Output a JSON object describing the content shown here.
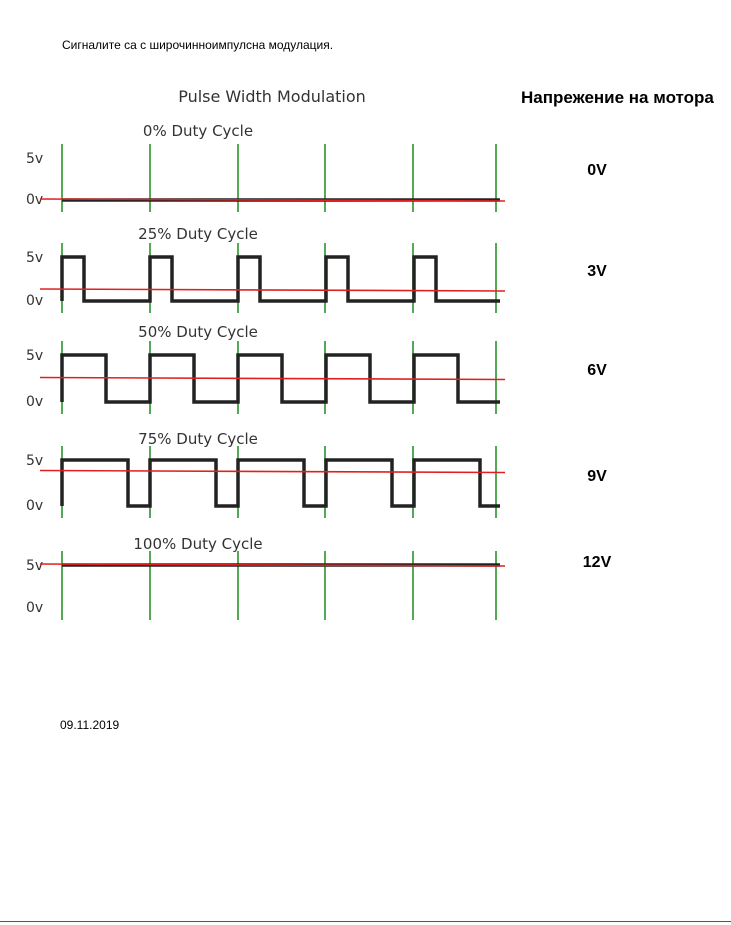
{
  "page": {
    "intro_text": "Сигналите са с широчинноимпулсна модулация.",
    "date": "09.11.2019"
  },
  "motor": {
    "title": "Напрежение на мотора",
    "voltages": [
      "0V",
      "3V",
      "6V",
      "9V",
      "12V"
    ]
  },
  "chart_data": {
    "type": "line",
    "title": "Pulse Width Modulation",
    "panels": [
      {
        "label": "0% Duty Cycle",
        "duty": 0
      },
      {
        "label": "25% Duty Cycle",
        "duty": 0.25
      },
      {
        "label": "50% Duty Cycle",
        "duty": 0.5
      },
      {
        "label": "75% Duty Cycle",
        "duty": 0.75
      },
      {
        "label": "100% Duty Cycle",
        "duty": 1
      }
    ],
    "y_labels": [
      "5v",
      "0v"
    ],
    "periods": 5,
    "colors": {
      "signal": "#222222",
      "average": "#e02020",
      "grid": "#1c8a1c"
    }
  }
}
